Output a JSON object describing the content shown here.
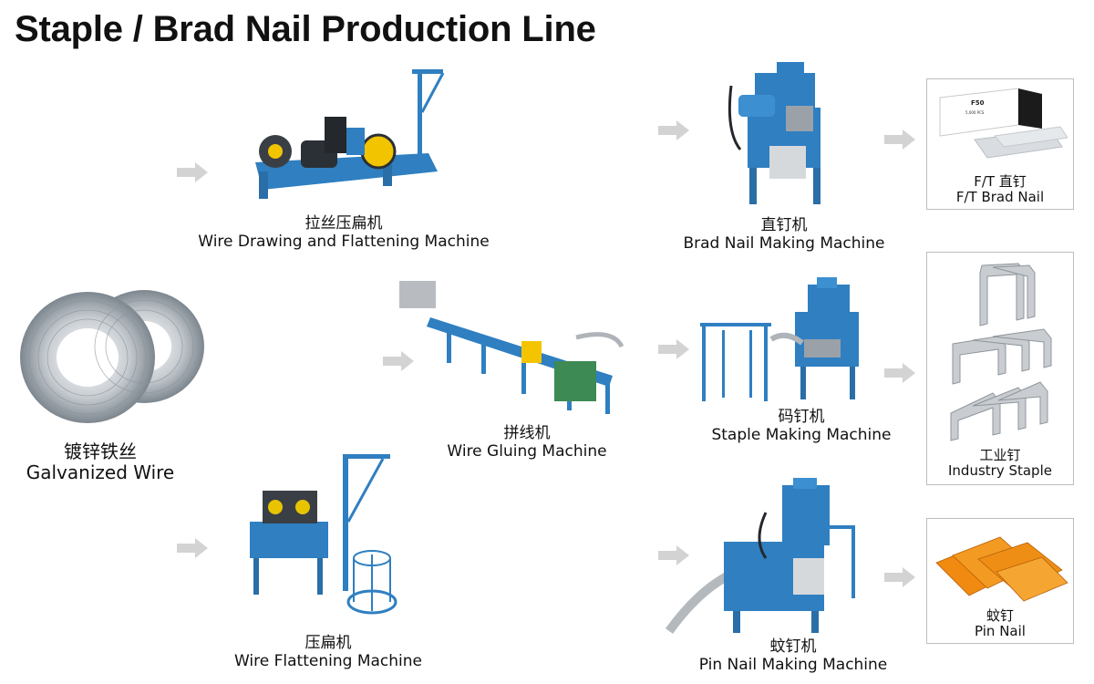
{
  "title": "Staple / Brad Nail Production Line",
  "raw_material": {
    "zh": "镀锌铁丝",
    "en": "Galvanized Wire"
  },
  "machines": {
    "wire_drawing": {
      "zh": "拉丝压扁机",
      "en": "Wire Drawing and Flattening Machine"
    },
    "wire_flattening": {
      "zh": "压扁机",
      "en": "Wire Flattening Machine"
    },
    "wire_gluing": {
      "zh": "拼线机",
      "en": "Wire Gluing Machine"
    },
    "brad_nail": {
      "zh": "直钉机",
      "en": "Brad Nail Making Machine"
    },
    "staple": {
      "zh": "码钉机",
      "en": "Staple Making Machine"
    },
    "pin_nail": {
      "zh": "蚊钉机",
      "en": "Pin Nail Making Machine"
    }
  },
  "products": {
    "brad_nail": {
      "zh": "F/T 直钉",
      "en": "F/T Brad Nail",
      "box_text": "F50",
      "box_subtext": "5,000 PCS"
    },
    "industry_staple": {
      "zh": "工业钉",
      "en": "Industry Staple"
    },
    "pin_nail": {
      "zh": "蚊钉",
      "en": "Pin Nail"
    }
  },
  "colors": {
    "machine_blue": "#2f7fc1",
    "arrow_gray": "#d3d3d3",
    "card_border": "#bdbdbd",
    "pin_orange": "#f08a10"
  }
}
